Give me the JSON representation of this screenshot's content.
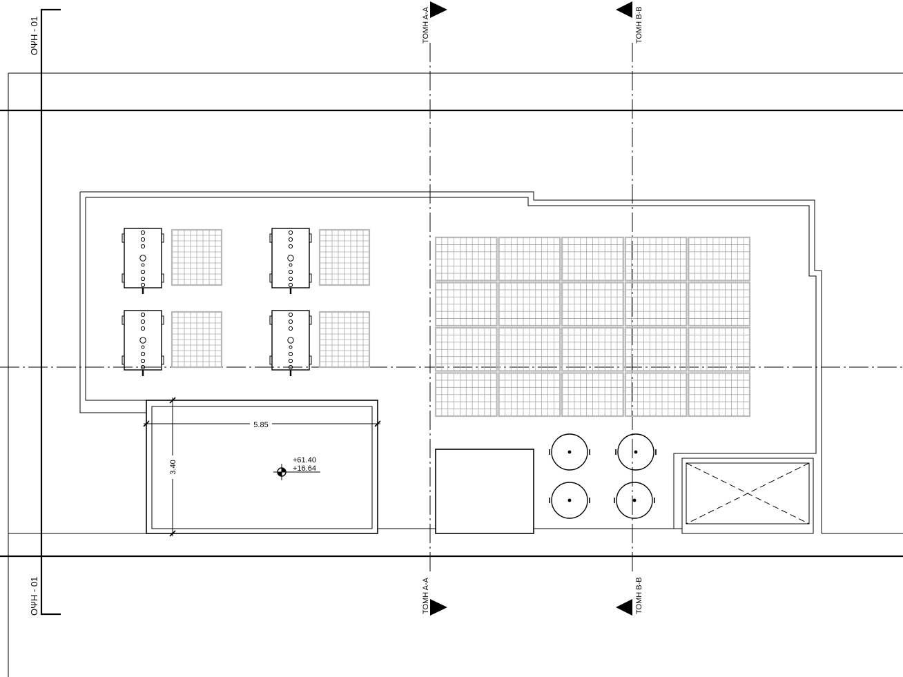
{
  "elevation_markers": {
    "top": "ΟΨΗ - 01",
    "bottom": "ΟΨΗ - 01"
  },
  "section_markers": {
    "a_top": "ΤΟΜΗ Α-Α",
    "b_top": "ΤΟΜΗ Β-Β",
    "a_bottom": "ΤΟΜΗ Α-Α",
    "b_bottom": "ΤΟΜΗ Β-Β"
  },
  "dimensions": {
    "width": "5.85",
    "height": "3.40"
  },
  "levels": {
    "upper": "+61.40",
    "lower": "+16.64"
  },
  "colors": {
    "line": "#000000",
    "panel_grid": "#aaaaaa",
    "background": "#ffffff"
  }
}
